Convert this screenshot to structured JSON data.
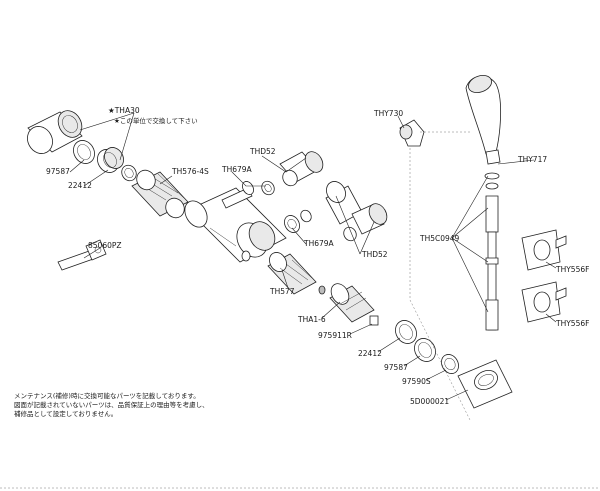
{
  "labels": {
    "tha30": "★THA30",
    "tha30_note": "★この単位で交換して下さい",
    "n97587_a": "97587",
    "n22412_a": "22412",
    "th576": "TH576-4S",
    "th679a_a": "TH679A",
    "thd52_a": "THD52",
    "thy730": "THY730",
    "thy717": "THY717",
    "n85060pz": "85060PZ",
    "th679a_b": "TH679A",
    "thd52_b": "THD52",
    "th5c0949": "TH5C0949",
    "thy556f_a": "THY556F",
    "thy556f_b": "THY556F",
    "th577": "TH577",
    "tha1_6": "THA1-6",
    "n975911r": "975911R",
    "n22412_b": "22412",
    "n97587_b": "97587",
    "n97590s": "97590S",
    "n5d000021": "5D000021"
  },
  "notes": [
    "メンテナンス(補修)時に交換可能なパーツを記載しております。",
    "図面が記載されていないパーツは、品質保証上の理由等を考慮し、",
    "補修品として設定しておりません。"
  ]
}
